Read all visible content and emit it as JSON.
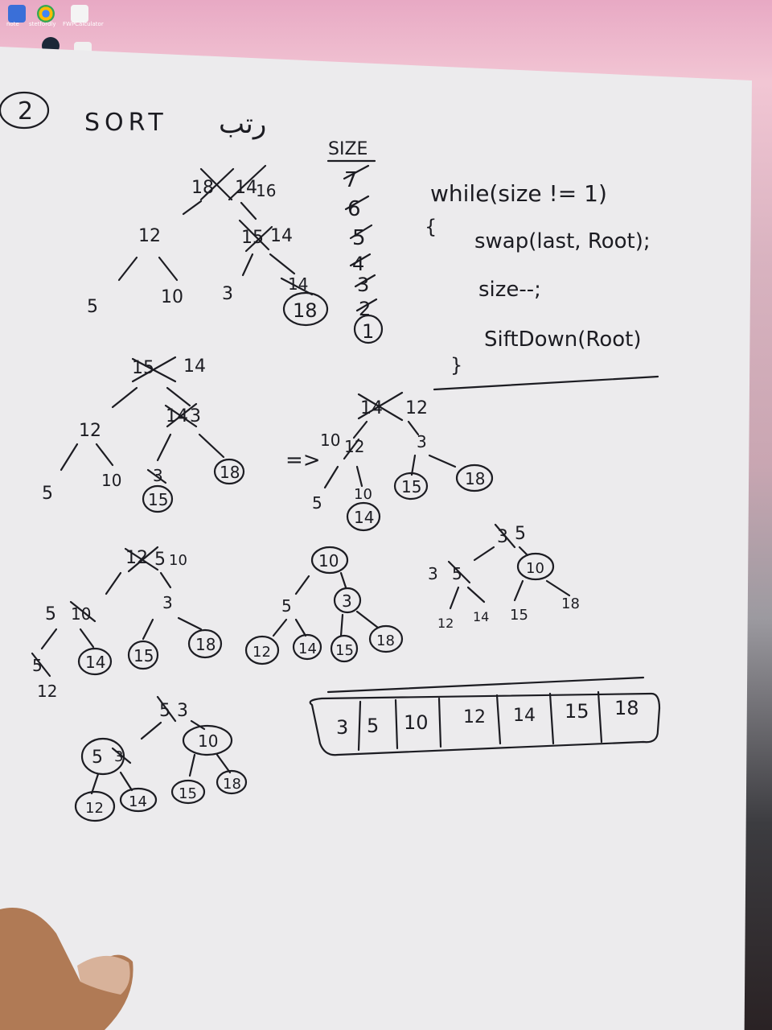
{
  "desktop": {
    "icons": [
      {
        "label": "note",
        "color": "#3a6fd8"
      },
      {
        "label": "stetfordly",
        "color": "#34a853"
      },
      {
        "label": "FWPCalculator",
        "color": "#f4f4f4"
      }
    ]
  },
  "sheet": {
    "number": "2",
    "title": "SORT",
    "title_arabic": "رتب",
    "size_label": "SIZE",
    "size_values": [
      "7",
      "6",
      "5",
      "4",
      "3",
      "2",
      "1"
    ],
    "code": [
      "while(size != 1)",
      "{",
      "swap(last, Root);",
      "size--;",
      "SiftDown(Root)",
      "}"
    ],
    "trees": {
      "t1": {
        "root_crossed": "18",
        "root": "14",
        "root_final": "16",
        "left": "12",
        "right_crossed": "15",
        "right": "14",
        "ll": "5",
        "lr": "10",
        "rl": "3",
        "rr_crossed": "14",
        "rr": "18"
      },
      "t2": {
        "root_crossed": "15",
        "root": "14",
        "left": "12",
        "right_crossed": "14",
        "right": "3",
        "ll": "5",
        "lr": "10",
        "rl_crossed": "3",
        "rl": "15",
        "rr": "18"
      },
      "t3": {
        "root_crossed": "14",
        "root": "12",
        "left": "10",
        "left_crossed": "12",
        "right": "3",
        "ll": "5",
        "lr_crossed": "10",
        "lr": "14",
        "rl": "15",
        "rr": "18"
      },
      "t4": {
        "root_crossed": "12",
        "root": "5",
        "root_final": "10",
        "left": "5",
        "left_crossed": "10",
        "right": "3",
        "ll_crossed": "5",
        "ll": "12",
        "lr": "14",
        "rl": "15",
        "rr": "18"
      },
      "t5": {
        "root": "10",
        "left": "5",
        "right": "3",
        "ll": "12",
        "lr": "14",
        "rl": "15",
        "rr": "18"
      },
      "t6": {
        "root_crossed": "3",
        "root": "5",
        "left": "3",
        "left_crossed": "5",
        "right": "10",
        "ll": "12",
        "lr": "14",
        "rl": "15",
        "rr": "18"
      },
      "t7": {
        "root_crossed": "5",
        "root": "3",
        "left": "5",
        "left_crossed": "3",
        "right": "10",
        "ll": "12",
        "lr": "14",
        "rl": "15",
        "rr": "18"
      }
    },
    "arrow": "=>",
    "sorted_array": [
      "3",
      "5",
      "10",
      "12",
      "14",
      "15",
      "18"
    ]
  }
}
